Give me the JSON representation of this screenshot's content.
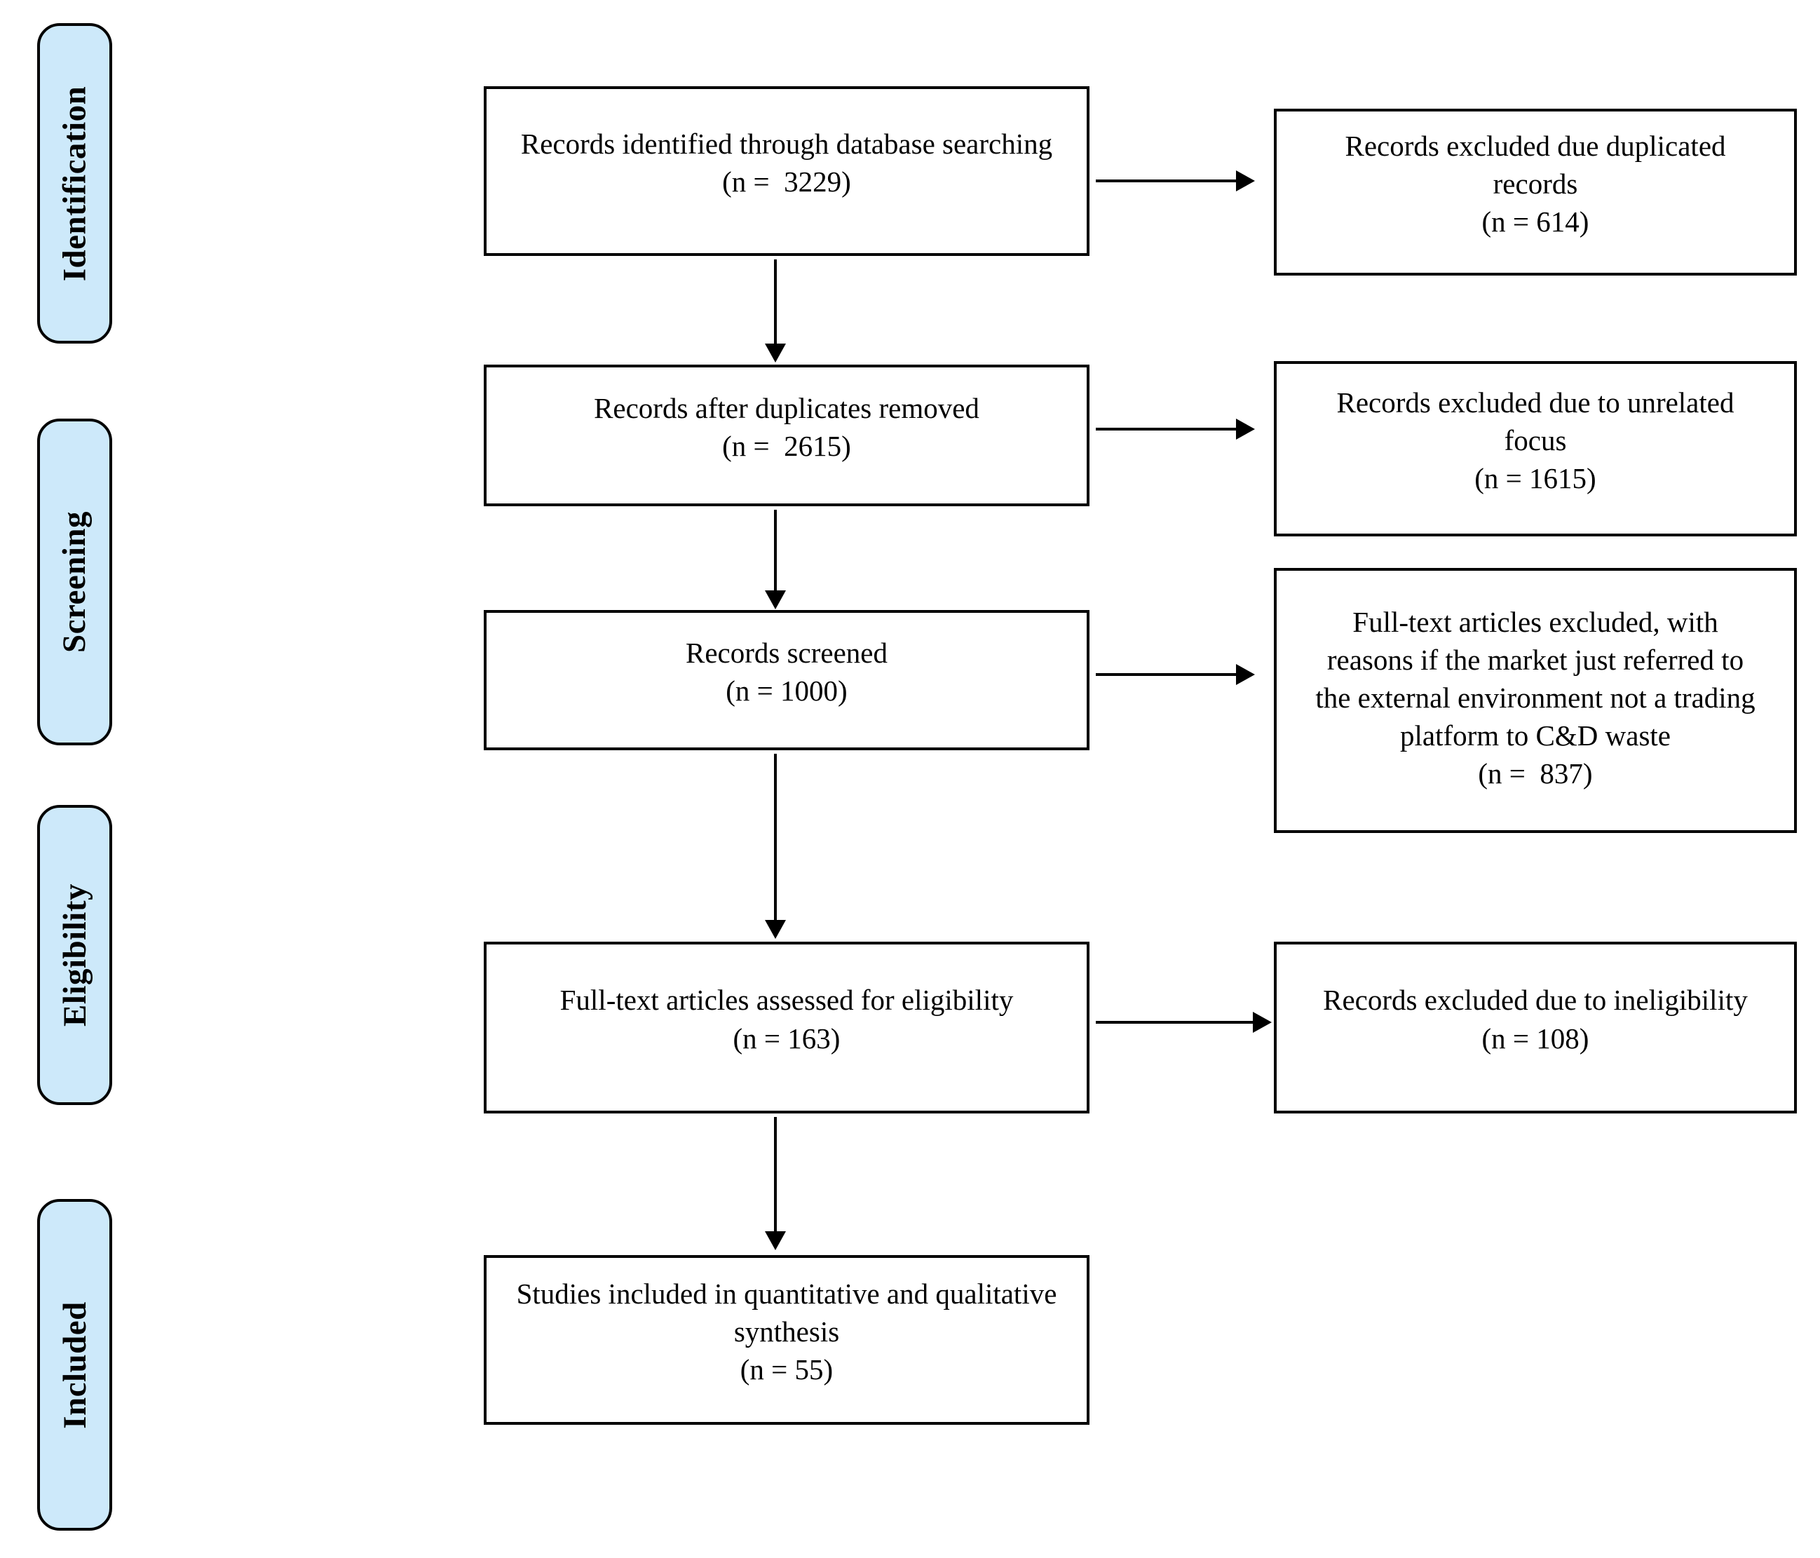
{
  "stages": [
    {
      "label": "Identification"
    },
    {
      "label": "Screening"
    },
    {
      "label": "Eligibility"
    },
    {
      "label": "Included"
    }
  ],
  "main_flow": [
    {
      "text": "Records identified through database searching",
      "n": "(n =  3229)"
    },
    {
      "text": "Records after duplicates removed",
      "n": "(n =  2615)"
    },
    {
      "text": "Records screened",
      "n": "(n = 1000)"
    },
    {
      "text": "Full-text articles assessed for eligibility",
      "n": "(n = 163)"
    },
    {
      "text": "Studies included in quantitative and qualitative synthesis",
      "n": "(n = 55)"
    }
  ],
  "exclusions": [
    {
      "text": "Records excluded due duplicated records",
      "n": "(n = 614)"
    },
    {
      "text": "Records excluded due to unrelated focus",
      "n": "(n = 1615)"
    },
    {
      "text": "Full-text articles excluded, with reasons if the market just referred to the external environment not a trading platform to C&D waste",
      "n": "(n =  837)"
    },
    {
      "text": "Records excluded due to ineligibility",
      "n": "(n = 108)"
    }
  ],
  "colors": {
    "stage_fill": "#cde9fa",
    "line_color": "#000000",
    "background": "#ffffff"
  }
}
